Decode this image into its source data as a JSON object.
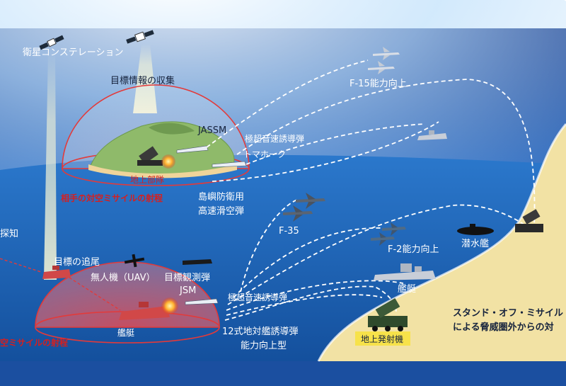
{
  "labels": {
    "satellite_constellation": "衛星コンステレーション",
    "target_info_collection": "目標情報の収集",
    "jassm": "JASSM",
    "hypersonic_guided_top": "極超音速誘導弾",
    "tomahawk": "トマホーク",
    "ground_unit": "地上部隊",
    "enemy_aa_range_top": "相手の対空ミサイルの射程",
    "island_defense_line1": "島嶼防衛用",
    "island_defense_line2": "高速滑空弾",
    "f15_upgrade": "F-15能力向上",
    "f35": "F-35",
    "f2_upgrade": "F-2能力向上",
    "submarine": "潜水艦",
    "warship": "艦艇",
    "detection_partial": "探知",
    "target_tracking": "目標の追尾",
    "uav": "無人機（UAV）",
    "target_observation": "目標観測弾",
    "jsm": "JSM",
    "hypersonic_guided_bottom": "極超音速誘導弾",
    "enemy_vessel": "艦艇",
    "type12_line1": "12式地対艦誘導弾",
    "type12_line2": "能力向上型",
    "ground_launcher": "地上発射機",
    "enemy_aa_range_bottom": "空ミサイルの射程",
    "standoff_line1": "スタンド・オフ・ミサイル",
    "standoff_line2": "による脅威圏外からの対"
  },
  "colors": {
    "sky_top": "#0b2e82",
    "sky_mid": "#3a7fd0",
    "sea": "#1e63b8",
    "horizon_glow": "#dff0ff",
    "land": "#f2e2a4",
    "dome_line": "#e33a3a",
    "missile_trail": "#ffffff",
    "red_text": "#d61f1f",
    "label_bg": "#f7e24a"
  },
  "icons": {
    "satellite": "satellite-icon",
    "fighter": "fighter-jet-icon",
    "drone": "drone-icon",
    "submarine": "submarine-icon",
    "ship": "warship-icon",
    "launcher": "missile-launcher-icon",
    "explosion": "explosion-icon"
  }
}
